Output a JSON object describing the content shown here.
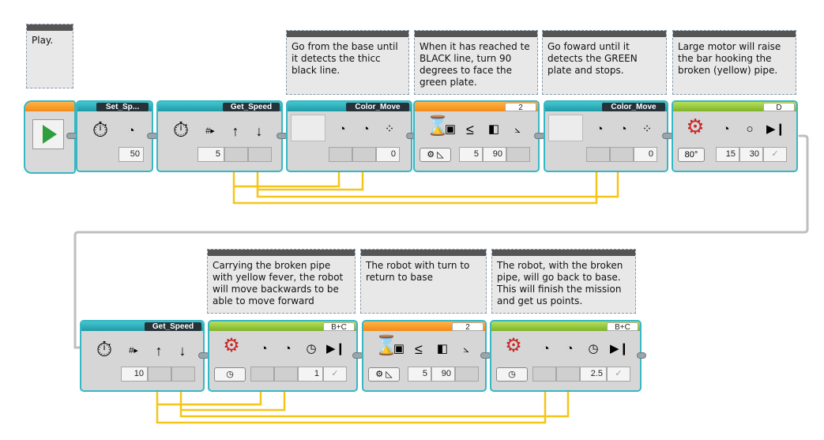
{
  "comments": [
    {
      "text": "Play."
    },
    {
      "text": "Go from the base until it detects the thicc black line."
    },
    {
      "text": "When it has reached te BLACK line, turn 90 degrees to face the green plate."
    },
    {
      "text": "Go foward until it detects the GREEN plate and stops."
    },
    {
      "text": "Large motor will raise the bar hooking the broken (yellow) pipe."
    },
    {
      "text": "Carrying the broken pipe with yellow fever, the robot will move backwards to be able to move forward"
    },
    {
      "text": "The robot with turn to return to base"
    },
    {
      "text": "The robot, with the broken pipe, will go back to base. This will finish the mission and get us points."
    }
  ],
  "row1": {
    "set_speed": {
      "label": "Set_Sp...",
      "value": "50"
    },
    "get_speed": {
      "label": "Get_Speed",
      "value": "5"
    },
    "color_move_1": {
      "label": "Color_Move",
      "value": "0"
    },
    "wait_gyro": {
      "port": "2",
      "values": [
        "5",
        "90"
      ]
    },
    "color_move_2": {
      "label": "Color_Move",
      "value": "0"
    },
    "large_motor": {
      "port": "D",
      "values": [
        "15",
        "30"
      ],
      "mode": "80°"
    }
  },
  "row2": {
    "get_speed": {
      "label": "Get_Speed",
      "value": "10"
    },
    "move_1": {
      "port": "B+C",
      "value": "1"
    },
    "wait_gyro": {
      "port": "2",
      "values": [
        "5",
        "90"
      ]
    },
    "move_2": {
      "port": "B+C",
      "value": "2.5"
    }
  },
  "colors": {
    "accent_teal": "#36b8c4",
    "wire_yellow": "#f5c518",
    "start_orange": "#f28a18",
    "motor_green": "#7fb22a"
  }
}
